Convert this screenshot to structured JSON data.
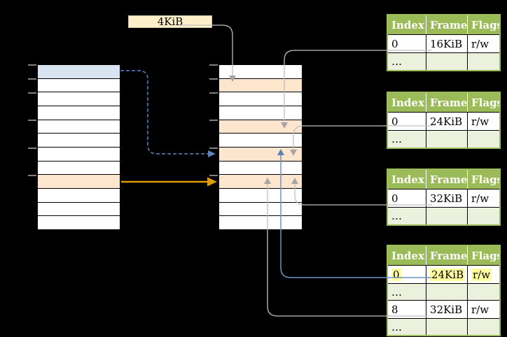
{
  "frame_label": {
    "text": "4KiB"
  },
  "virtual_memory": {
    "rows": 12,
    "blue_rows": [
      0
    ],
    "orange_rows": [
      8
    ],
    "tick_boundaries": [
      0,
      1,
      2,
      4,
      6,
      8
    ]
  },
  "physical_memory": {
    "rows": 12,
    "blue_rows": [],
    "orange_rows": [
      1,
      4,
      6,
      8
    ],
    "tick_boundaries": [
      0,
      1,
      2,
      4,
      6,
      8
    ]
  },
  "page_tables": [
    {
      "headers": [
        "Index",
        "Frame",
        "Flags"
      ],
      "rows": [
        {
          "cells": [
            "0",
            "16KiB",
            "r/w"
          ]
        },
        {
          "cells": [
            "…",
            "",
            ""
          ],
          "shaded": true
        }
      ]
    },
    {
      "headers": [
        "Index",
        "Frame",
        "Flags"
      ],
      "rows": [
        {
          "cells": [
            "0",
            "24KiB",
            "r/w"
          ]
        },
        {
          "cells": [
            "…",
            "",
            ""
          ],
          "shaded": true
        }
      ]
    },
    {
      "headers": [
        "Index",
        "Frame",
        "Flags"
      ],
      "rows": [
        {
          "cells": [
            "0",
            "32KiB",
            "r/w"
          ]
        },
        {
          "cells": [
            "…",
            "",
            ""
          ],
          "shaded": true
        }
      ]
    },
    {
      "headers": [
        "Index",
        "Frame",
        "Flags"
      ],
      "rows": [
        {
          "cells": [
            "0",
            "24KiB",
            "r/w"
          ],
          "highlight": true
        },
        {
          "cells": [
            "…",
            "",
            ""
          ],
          "shaded": true
        },
        {
          "cells": [
            "8",
            "32KiB",
            "r/w"
          ]
        },
        {
          "cells": [
            "…",
            "",
            ""
          ],
          "shaded": true
        }
      ]
    }
  ],
  "colors": {
    "green_header": "#9bbb59",
    "green_row": "#ebf1dd",
    "table_border": "#9bbb59",
    "orange_row": "#fde5ce",
    "blue_row": "#d9e4f1",
    "cream_fill": "#fcefc9",
    "cream_border": "#c9c2a8",
    "yellow_highlight": "#ffff9e",
    "gray_line": "#c0c0c0",
    "gray_arrowhead": "#a6a6a6",
    "blue_dashed": "#5b83c4",
    "blue_line": "#7191c4",
    "blue_arrowhead": "#5e7fb3",
    "gold": "#dd9c0a",
    "tick": "#7f7f7f"
  }
}
